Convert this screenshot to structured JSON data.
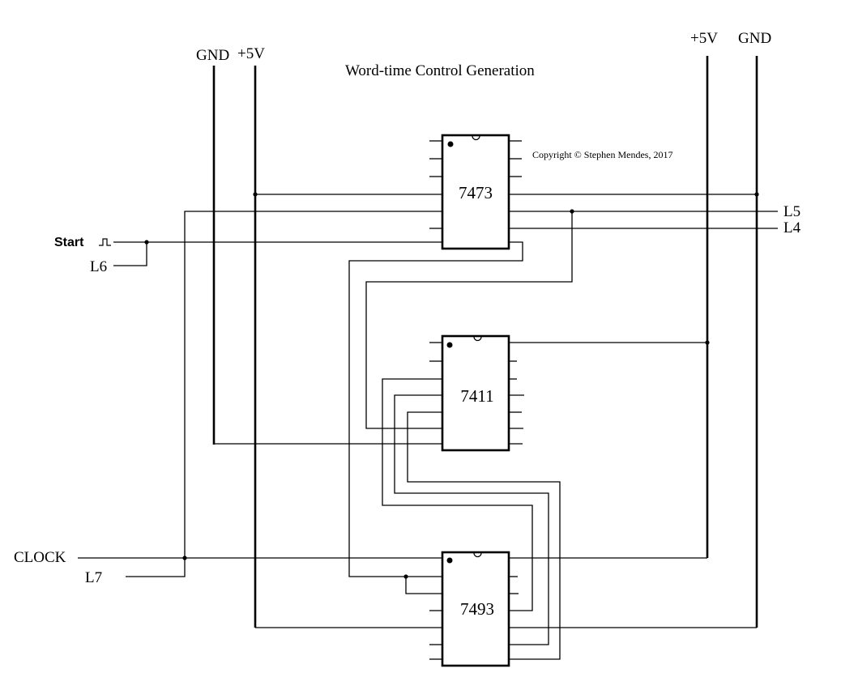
{
  "title": "Word-time Control Generation",
  "copyright": "Copyright © Stephen Mendes, 2017",
  "colors": {
    "ink": "#000000",
    "background": "#ffffff"
  },
  "rails": {
    "left_gnd": "GND",
    "left_vcc": "+5V",
    "right_vcc": "+5V",
    "right_gnd": "GND"
  },
  "chips": [
    {
      "id": "u1",
      "label": "7473"
    },
    {
      "id": "u2",
      "label": "7411"
    },
    {
      "id": "u3",
      "label": "7493"
    }
  ],
  "signals": {
    "start": "Start",
    "start_icon": "pulse-icon",
    "l6": "L6",
    "l5": "L5",
    "l4": "L4",
    "clock": "CLOCK",
    "l7": "L7"
  }
}
